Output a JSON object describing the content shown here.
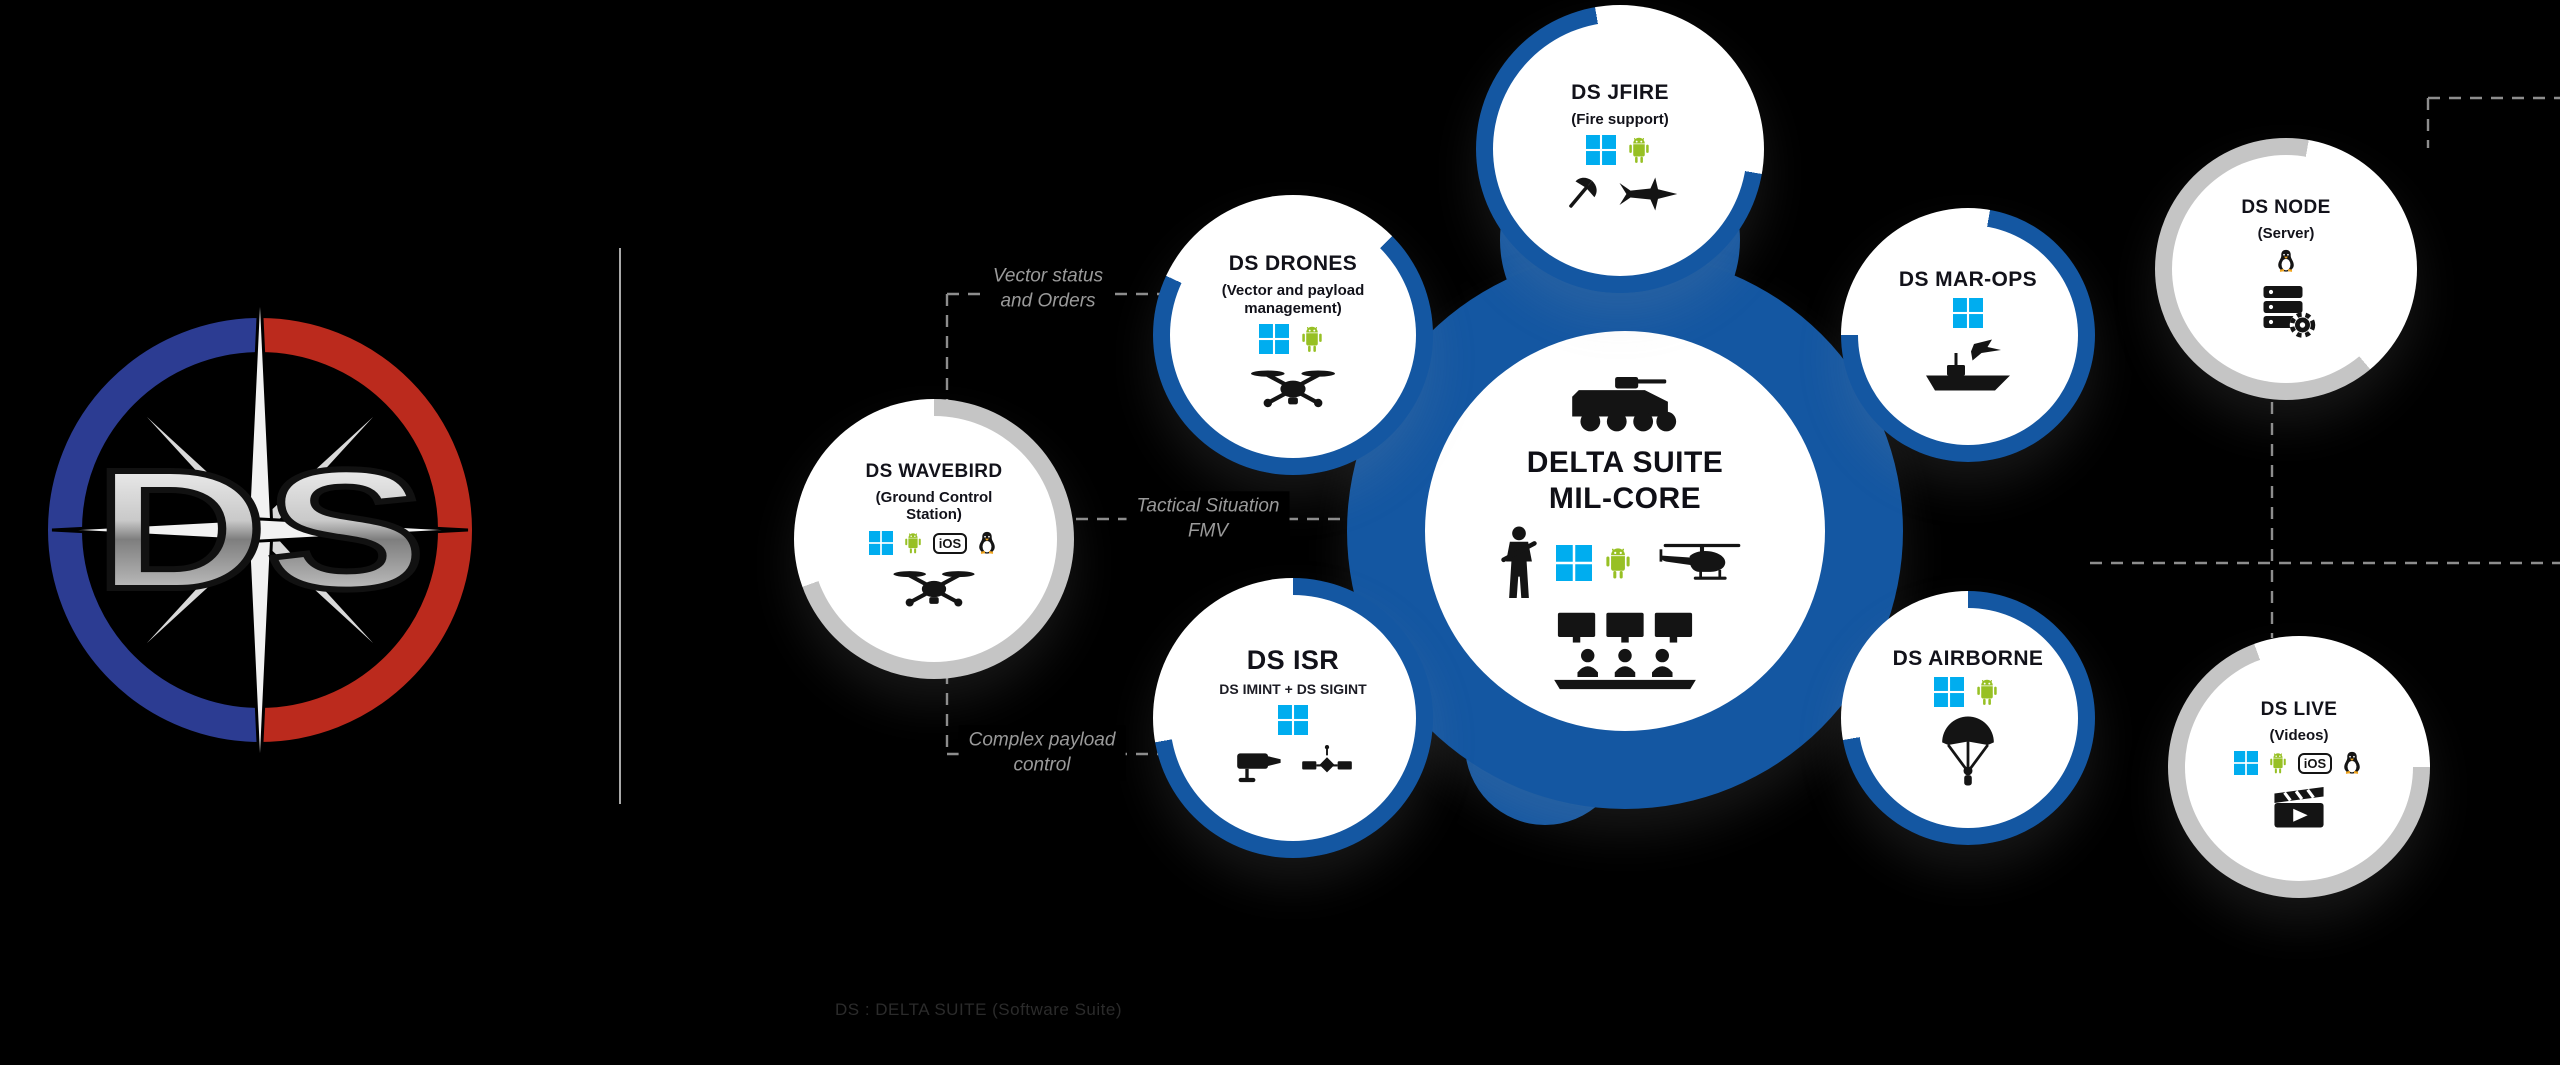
{
  "colors": {
    "background": "#000000",
    "accent_blue": "#1457a2",
    "ring_gray": "#c5c5c5",
    "windows_blue": "#00adef",
    "android_green": "#97c024",
    "label_gray": "#9a9a9a",
    "logo_ring_left": "#2c3c92",
    "logo_ring_right": "#bb2a1d"
  },
  "logo": {
    "letters": "DS"
  },
  "icons": {
    "ios_label": "iOS"
  },
  "center": {
    "title_line1": "DELTA SUITE",
    "title_line2": "MIL-CORE",
    "platforms": [
      "windows",
      "android"
    ],
    "pictograms": [
      "armored-vehicle-icon",
      "soldier-icon",
      "helicopter-icon",
      "command-room-icon"
    ]
  },
  "nodes": [
    {
      "id": "wavebird",
      "title": "DS WAVEBIRD",
      "subtitle": "(Ground Control Station)",
      "platforms": [
        "windows",
        "android",
        "ios",
        "linux"
      ],
      "pictograms": [
        "drone-icon"
      ],
      "ring_color": "gray"
    },
    {
      "id": "drones",
      "title": "DS DRONES",
      "subtitle": "(Vector and payload management)",
      "platforms": [
        "windows",
        "android"
      ],
      "pictograms": [
        "drone-icon"
      ],
      "ring_color": "blue"
    },
    {
      "id": "jfire",
      "title": "DS JFIRE",
      "subtitle": "(Fire support)",
      "platforms": [
        "windows",
        "android"
      ],
      "pictograms": [
        "tomahawk-icon",
        "fighter-jet-icon"
      ],
      "ring_color": "blue"
    },
    {
      "id": "isr",
      "title": "DS ISR",
      "subtitle": "DS IMINT + DS SIGINT",
      "platforms": [
        "windows"
      ],
      "pictograms": [
        "cctv-camera-icon",
        "satellite-icon"
      ],
      "ring_color": "blue"
    },
    {
      "id": "mar-ops",
      "title": "DS MAR-OPS",
      "subtitle": "",
      "platforms": [
        "windows"
      ],
      "pictograms": [
        "patrol-boat-icon",
        "aircraft-icon"
      ],
      "ring_color": "blue"
    },
    {
      "id": "airborne",
      "title": "DS AIRBORNE",
      "subtitle": "",
      "platforms": [
        "windows",
        "android"
      ],
      "pictograms": [
        "paratrooper-icon"
      ],
      "ring_color": "blue"
    },
    {
      "id": "node",
      "title": "DS NODE",
      "subtitle": "(Server)",
      "platforms": [
        "linux"
      ],
      "pictograms": [
        "server-icon"
      ],
      "ring_color": "gray"
    },
    {
      "id": "live",
      "title": "DS LIVE",
      "subtitle": "(Videos)",
      "platforms": [
        "windows",
        "android",
        "ios",
        "linux"
      ],
      "pictograms": [
        "clapperboard-icon"
      ],
      "ring_color": "gray"
    }
  ],
  "connection_labels": [
    {
      "line1": "Vector status",
      "line2": "and Orders"
    },
    {
      "line1": "Tactical Situation",
      "line2": "FMV"
    },
    {
      "line1": "Complex payload",
      "line2": "control"
    }
  ],
  "footnote": "DS : DELTA SUITE (Software Suite)"
}
